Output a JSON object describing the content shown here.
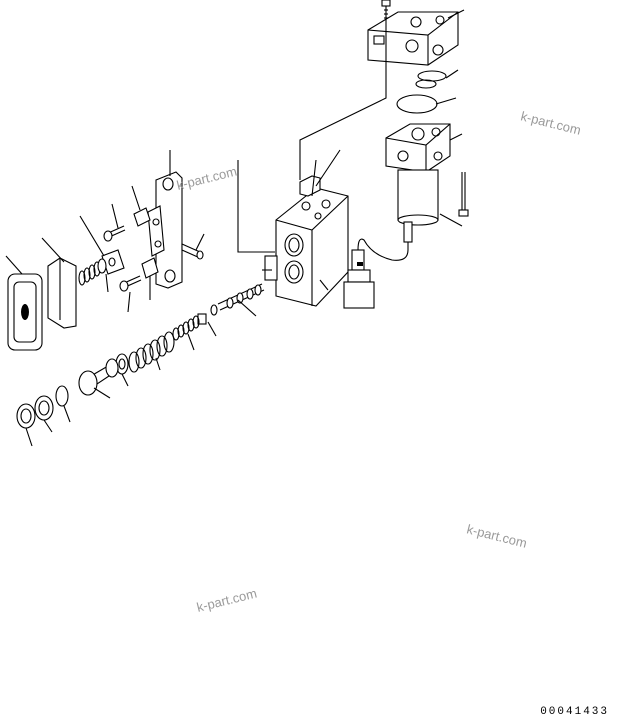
{
  "watermarks": [
    "k-part.com",
    "k-part.com",
    "k-part.com",
    "k-part.com"
  ],
  "drawing_code": "00041433"
}
